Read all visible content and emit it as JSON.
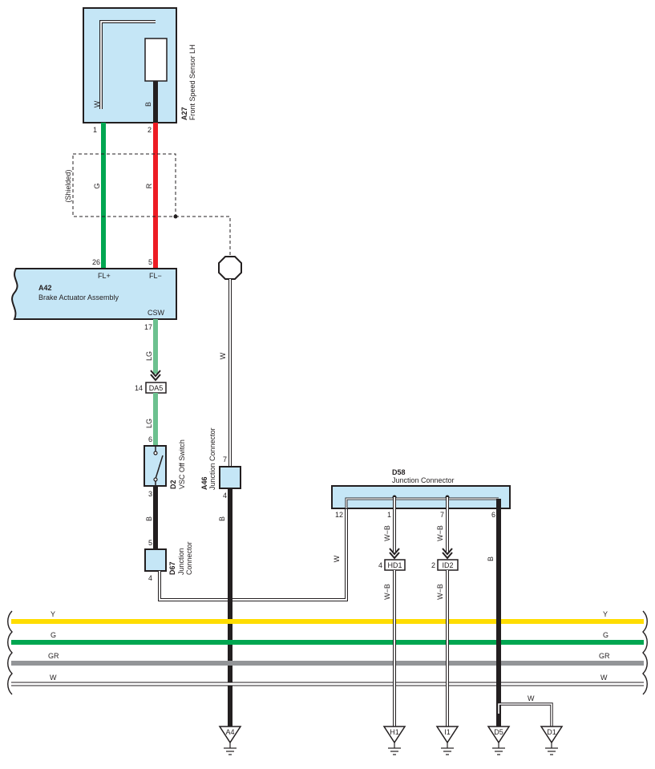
{
  "components": {
    "a27": {
      "code": "A27",
      "name": "Front Speed Sensor LH",
      "wire_left": "W",
      "wire_right": "B",
      "pin_left": "1",
      "pin_right": "2"
    },
    "shielded": "(Shielded)",
    "a42": {
      "code": "A42",
      "name": "Brake Actuator Assembly",
      "pin_fl_plus": "26",
      "pin_fl_minus": "5",
      "fl_plus": "FL+",
      "fl_minus": "FL−",
      "csw": "CSW",
      "pin_csw": "17"
    },
    "da5": {
      "label": "DA5",
      "pin": "14"
    },
    "d2": {
      "code": "D2",
      "name": "VSC Off Switch",
      "pin_top": "6",
      "pin_bottom": "3"
    },
    "d67": {
      "code": "D67",
      "name_1": "Junction",
      "name_2": "Connector",
      "pin_top": "5",
      "pin_bottom": "4"
    },
    "a46": {
      "code": "A46",
      "name": "Junction Connector",
      "pin_top": "7",
      "pin_bottom": "4"
    },
    "d58": {
      "code": "D58",
      "name": "Junction Connector",
      "pin_12": "12",
      "pin_1": "1",
      "pin_7": "7",
      "pin_6": "6"
    },
    "hd1": {
      "label": "HD1",
      "pin": "4"
    },
    "id2": {
      "label": "ID2",
      "pin": "2"
    }
  },
  "wires": {
    "g": "G",
    "r": "R",
    "lg_upper": "LG",
    "lg_lower": "LG",
    "b_d2": "B",
    "b_a46": "B",
    "w_a46": "W",
    "w_d58": "W",
    "wb_hd1_upper": "W−B",
    "wb_id2_upper": "W−B",
    "wb_hd1_lower": "W−B",
    "wb_id2_lower": "W−B",
    "b_d58": "B",
    "w_d5": "W"
  },
  "buses": [
    {
      "label": "Y",
      "color": "#ffdd00"
    },
    {
      "label": "G",
      "color": "#00a651"
    },
    {
      "label": "GR",
      "color": "#939598"
    },
    {
      "label": "W",
      "color": "#ffffff"
    }
  ],
  "grounds": [
    "A4",
    "H1",
    "I1",
    "D5",
    "D1"
  ],
  "colors": {
    "green": "#00a651",
    "red": "#ed1c24",
    "light_green": "#6cc18f",
    "black": "#231f20",
    "yellow": "#ffdd00",
    "gray": "#939598",
    "component": "#c5e6f6"
  }
}
